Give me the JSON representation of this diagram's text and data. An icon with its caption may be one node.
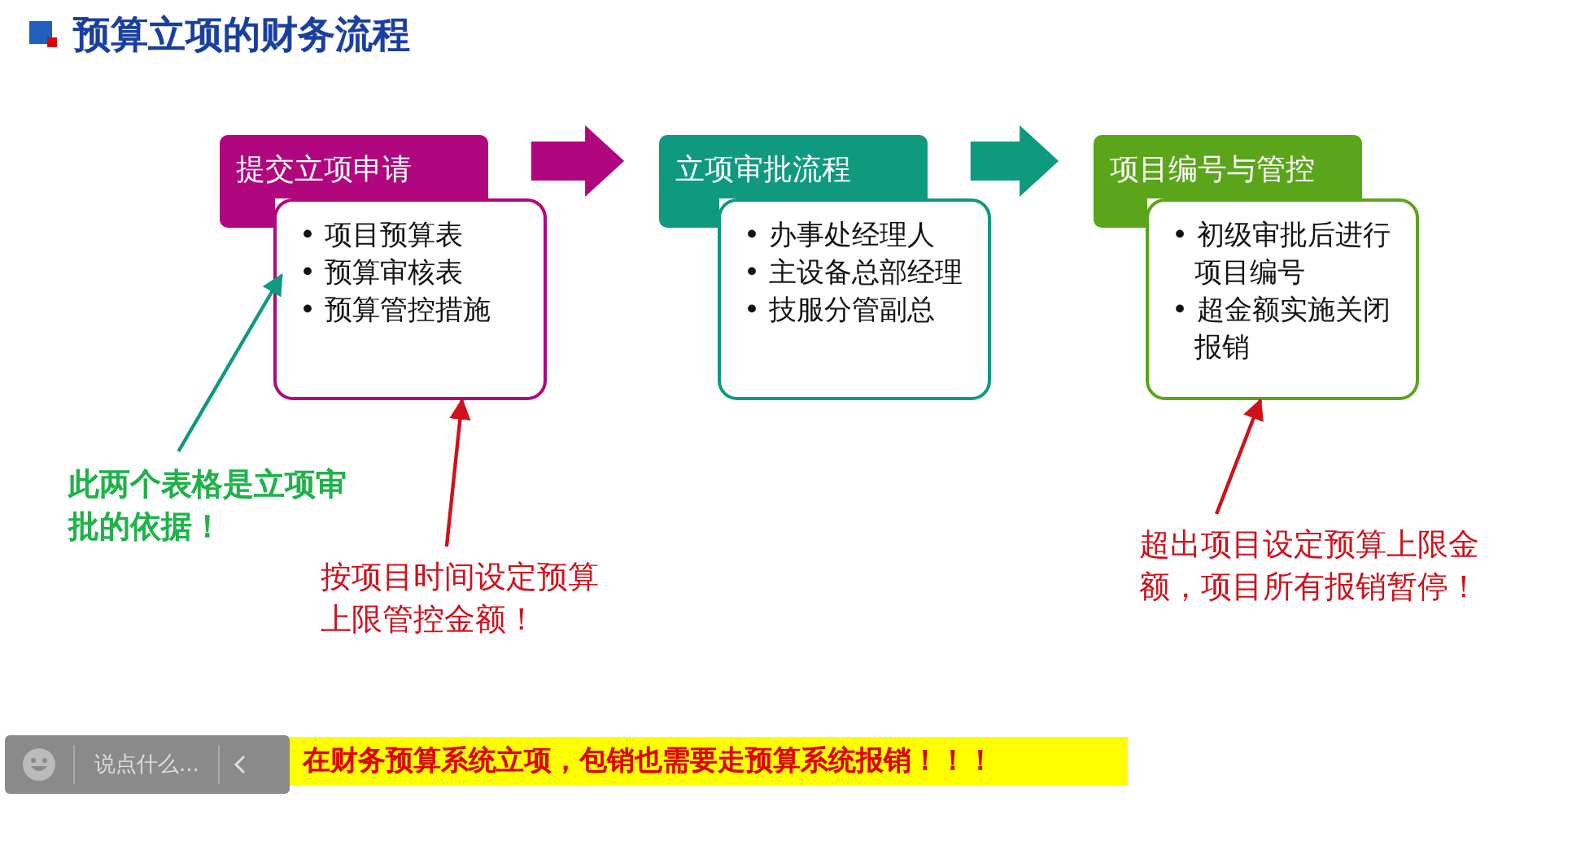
{
  "diagram": {
    "title": "预算立项的财务流程",
    "nodes": [
      {
        "text": [
          "提交立项申请"
        ]
      },
      {
        "text": [
          "• 项目预算表",
          "• 预算审核表",
          "• 预算管控措施"
        ]
      },
      {
        "text": [
          "立项审批流程"
        ]
      },
      {
        "text": [
          "• 办事处经理人",
          "• 主设备总部经理",
          "• 技服分管副总"
        ]
      },
      {
        "text": [
          "项目编号与管控"
        ]
      },
      {
        "text": [
          "• 初级审批后进行项目编号",
          "• 超金额实施关闭报销"
        ]
      },
      {
        "text": [
          "此两个表格是立项审批的依据！"
        ]
      },
      {
        "text": [
          "按项目时间设定预算上限管控金额！"
        ]
      },
      {
        "text": [
          "超出项目设定预算上限金额，项目所有报销暂停！"
        ]
      },
      {
        "text": [
          "在财务预算系统立项，包销也需要走预算系统报销！！！"
        ]
      }
    ],
    "edges": [
      {
        "from": 0,
        "to": 2,
        "arrow": "to",
        "style": "thick",
        "color": "#b0077e"
      },
      {
        "from": 2,
        "to": 4,
        "arrow": "to",
        "style": "thick",
        "color": "#0f9a7f"
      },
      {
        "from": 6,
        "to": 1,
        "arrow": "to",
        "color": "#0f9a7f"
      },
      {
        "from": 7,
        "to": 1,
        "arrow": "to",
        "color": "#d0101a"
      },
      {
        "from": 8,
        "to": 5,
        "arrow": "to",
        "color": "#d0101a"
      }
    ],
    "labels": [
      "说点什么..."
    ]
  }
}
